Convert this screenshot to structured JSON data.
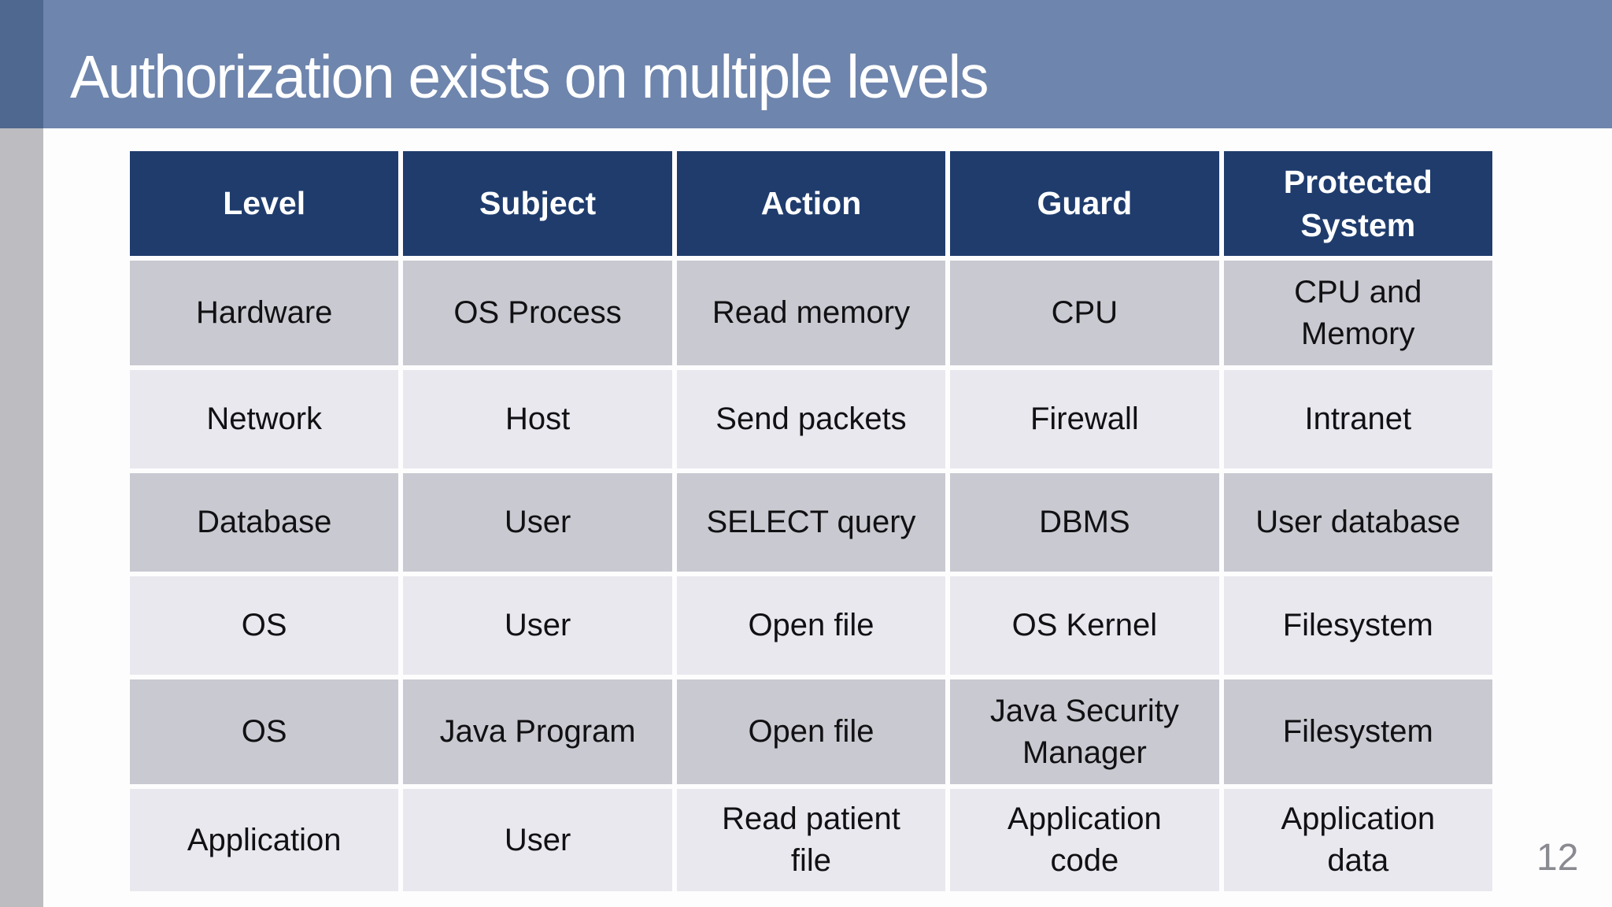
{
  "slide": {
    "title": "Authorization exists on multiple levels",
    "page_number": "12"
  },
  "colors": {
    "banner_blue": "#6e85ad",
    "left_strip_top_blue": "#4e6890",
    "left_strip_gray": "#bdbcc1",
    "table_header_navy": "#1f3c6d",
    "row_gray_dark": "#c9c9d1",
    "row_gray_light": "#e9e8ee",
    "header_text": "#ffffff",
    "body_text": "#111114",
    "page_number_gray": "#8a8a91"
  },
  "table": {
    "headers": [
      "Level",
      "Subject",
      "Action",
      "Guard",
      "Protected\nSystem"
    ],
    "rows": [
      [
        "Hardware",
        "OS Process",
        "Read memory",
        "CPU",
        "CPU and\nMemory"
      ],
      [
        "Network",
        "Host",
        "Send packets",
        "Firewall",
        "Intranet"
      ],
      [
        "Database",
        "User",
        "SELECT query",
        "DBMS",
        "User database"
      ],
      [
        "OS",
        "User",
        "Open file",
        "OS Kernel",
        "Filesystem"
      ],
      [
        "OS",
        "Java Program",
        "Open file",
        "Java Security\nManager",
        "Filesystem"
      ],
      [
        "Application",
        "User",
        "Read patient\nfile",
        "Application\ncode",
        "Application\ndata"
      ]
    ]
  }
}
